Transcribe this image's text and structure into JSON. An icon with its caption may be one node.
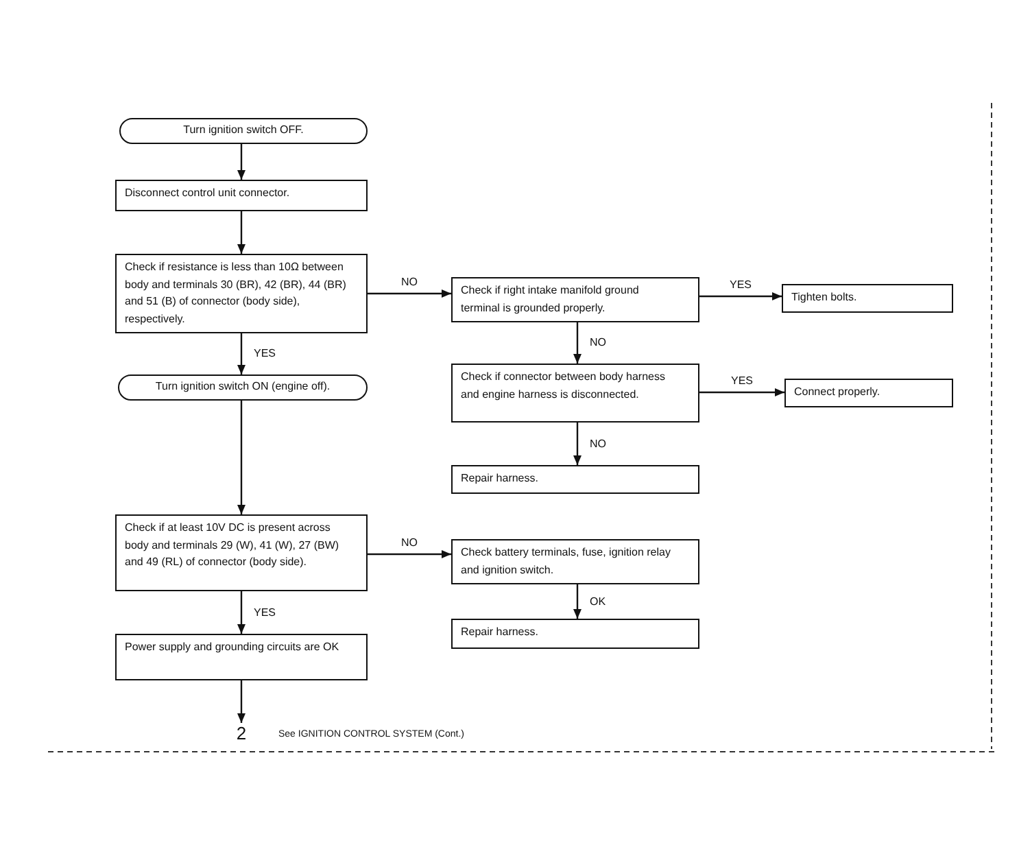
{
  "diagram": {
    "nodes": [
      {
        "text": [
          "Turn ignition switch OFF."
        ]
      },
      {
        "text": [
          "Disconnect control unit connector."
        ]
      },
      {
        "text": [
          "Check if resistance is less than 10Ω between body and terminals 30 (BR), 42 (BR), 44 (BR) and 51 (B) of connector (body side), respectively."
        ]
      },
      {
        "text": [
          "Turn ignition switch ON (engine off)."
        ]
      },
      {
        "text": [
          "Check if at least 10V DC is present across body and terminals 29 (W), 41 (W), 27 (BW) and 49 (RL) of connector (body side)."
        ]
      },
      {
        "text": [
          "Power supply and grounding circuits are OK"
        ]
      },
      {
        "text": [
          "2"
        ],
        "beside": [
          "See IGNITION CONTROL SYSTEM (Cont.)"
        ]
      },
      {
        "text": [
          "Check if right intake manifold ground terminal is grounded properly."
        ]
      },
      {
        "text": [
          "Tighten bolts."
        ]
      },
      {
        "text": [
          "Check if connector between body harness and engine harness is disconnected."
        ]
      },
      {
        "text": [
          "Connect properly."
        ]
      },
      {
        "text": [
          "Repair harness."
        ]
      },
      {
        "text": [
          "Check battery terminals, fuse, ignition relay and ignition switch."
        ]
      },
      {
        "text": [
          "Repair harness."
        ]
      }
    ],
    "edges": [
      {
        "from": 0,
        "to": 1,
        "arrow": "to"
      },
      {
        "from": 1,
        "to": 2,
        "arrow": "to"
      },
      {
        "from": 2,
        "to": 3,
        "arrow": "to",
        "label": "YES"
      },
      {
        "from": 3,
        "to": 4,
        "arrow": "to"
      },
      {
        "from": 4,
        "to": 5,
        "arrow": "to",
        "label": "YES"
      },
      {
        "from": 5,
        "to": 6,
        "arrow": "to"
      },
      {
        "from": 2,
        "to": 7,
        "arrow": "to",
        "label": "NO"
      },
      {
        "from": 7,
        "to": 8,
        "arrow": "to",
        "label": "YES"
      },
      {
        "from": 7,
        "to": 9,
        "arrow": "to",
        "label": "NO"
      },
      {
        "from": 9,
        "to": 10,
        "arrow": "to",
        "label": "YES"
      },
      {
        "from": 9,
        "to": 11,
        "arrow": "to",
        "label": "NO"
      },
      {
        "from": 4,
        "to": 12,
        "arrow": "to",
        "label": "NO"
      },
      {
        "from": 12,
        "to": 13,
        "arrow": "to",
        "label": "OK"
      }
    ]
  }
}
